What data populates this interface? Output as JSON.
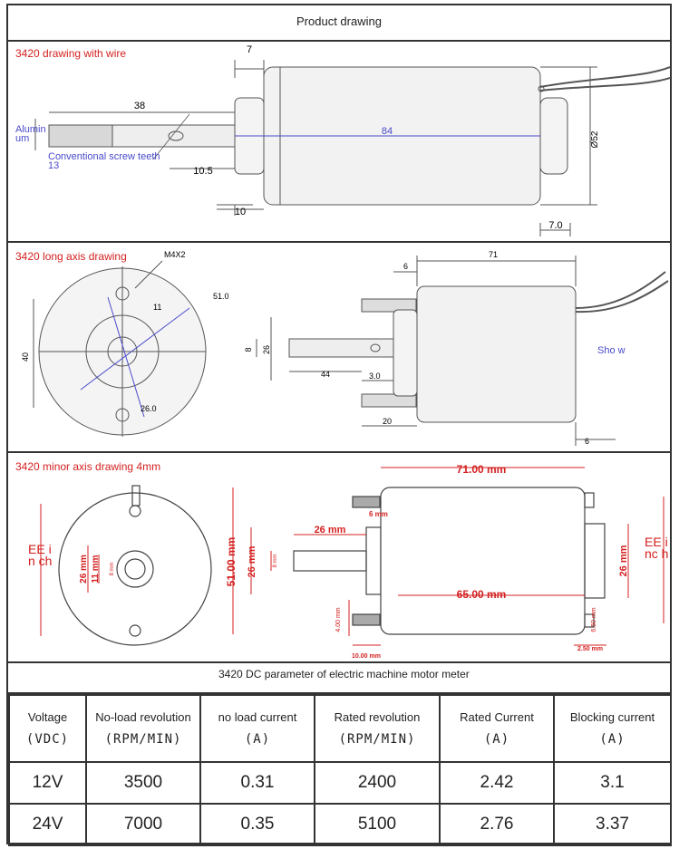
{
  "page": {
    "title": "Product drawing"
  },
  "panel1": {
    "label": "3420 drawing with wire",
    "dims": {
      "d38": "38",
      "d7": "7",
      "d84": "84",
      "d52": "Ø52",
      "d105": "10.5",
      "d10": "10",
      "d70": "7.0"
    },
    "notes": {
      "alum": "Alumin um",
      "screw": "Conventional screw teeth 13"
    }
  },
  "panel2": {
    "label": "3420 long axis drawing",
    "dims": {
      "m4": "M4X2",
      "d11": "11",
      "d510": "51.0",
      "d40": "40",
      "d260": "26.0",
      "d6a": "6",
      "d71": "71",
      "d8": "8",
      "d26": "26",
      "d44": "44",
      "d30": "3.0",
      "d20": "20",
      "d6b": "6"
    },
    "note": "Sho w"
  },
  "panel3": {
    "label": "3420 minor axis drawing 4mm",
    "dims": {
      "d71": "71.00 mm",
      "d6": "6 mm",
      "d51": "51.00 mm",
      "d26a": "26 mm",
      "d26b": "26 mm",
      "d26c": "26 mm",
      "d11": "11 mm",
      "d8a": "8 mm",
      "d8b": "8 mm",
      "d26d": "26 mm",
      "d65": "65.00 mm",
      "d4": "4.00 mm",
      "d10": "10.00 mm",
      "d650": "6.50 mm",
      "d250": "2.50 mm"
    },
    "note_left": "EE in ch",
    "note_right": "EE inc h"
  },
  "params": {
    "title": "3420 DC parameter of electric machine motor meter",
    "headers": [
      {
        "label": "Voltage",
        "unit": "(VDC)"
      },
      {
        "label": "No-load revolution",
        "unit": "(RPM/MIN)"
      },
      {
        "label": "no load current",
        "unit": "(A)"
      },
      {
        "label": "Rated revolution",
        "unit": "(RPM/MIN)"
      },
      {
        "label": "Rated Current",
        "unit": "(A)"
      },
      {
        "label": "Blocking current",
        "unit": "(A)"
      }
    ],
    "rows": [
      [
        "12V",
        "3500",
        "0.31",
        "2400",
        "2.42",
        "3.1"
      ],
      [
        "24V",
        "7000",
        "0.35",
        "5100",
        "2.76",
        "3.37"
      ]
    ]
  }
}
